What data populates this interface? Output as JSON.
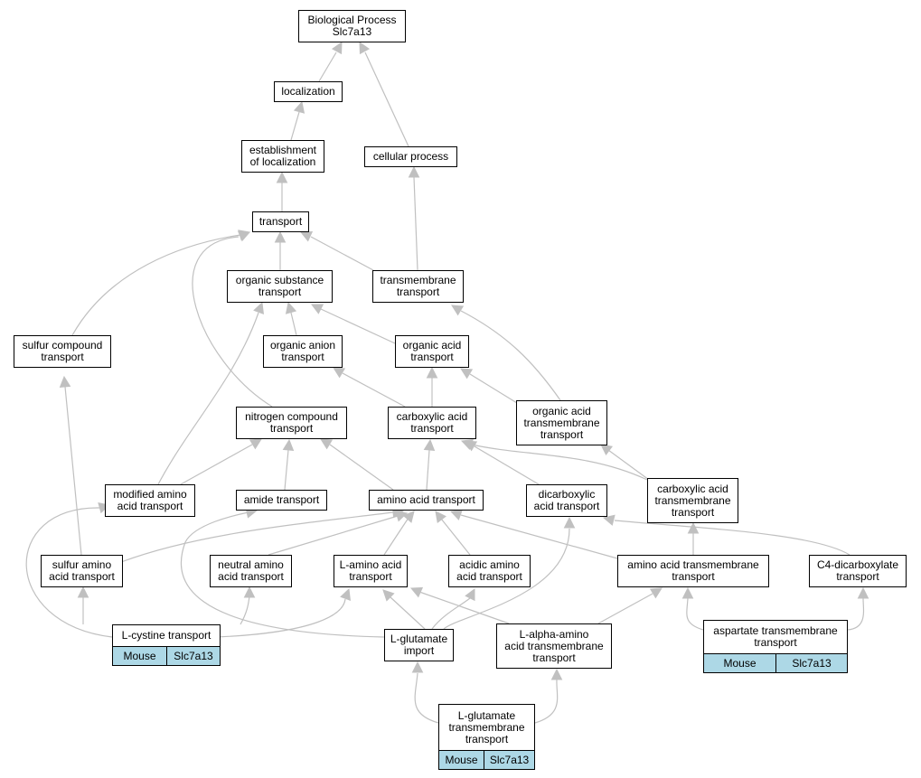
{
  "nodes": {
    "bp": "Biological Process\nSlc7a13",
    "localization": "localization",
    "establishment": "establishment\nof localization",
    "cellular_process": "cellular process",
    "transport": "transport",
    "organic_substance_transport": "organic substance\ntransport",
    "transmembrane_transport": "transmembrane\ntransport",
    "sulfur_compound_transport": "sulfur compound\ntransport",
    "organic_anion_transport": "organic anion\ntransport",
    "organic_acid_transport": "organic acid\ntransport",
    "nitrogen_compound_transport": "nitrogen compound\ntransport",
    "carboxylic_acid_transport": "carboxylic acid\ntransport",
    "organic_acid_tm_transport": "organic acid\ntransmembrane\ntransport",
    "modified_amino_acid_transport": "modified amino\nacid transport",
    "amide_transport": "amide transport",
    "amino_acid_transport": "amino acid transport",
    "dicarboxylic_acid_transport": "dicarboxylic\nacid transport",
    "carboxylic_acid_tm_transport": "carboxylic acid\ntransmembrane\ntransport",
    "sulfur_amino_acid_transport": "sulfur amino\nacid transport",
    "neutral_amino_acid_transport": "neutral amino\nacid transport",
    "l_amino_acid_transport": "L-amino acid\ntransport",
    "acidic_amino_acid_transport": "acidic amino\nacid transport",
    "amino_acid_tm_transport": "amino acid transmembrane\ntransport",
    "c4_dicarboxylate_transport": "C4-dicarboxylate\ntransport",
    "l_cystine_transport": "L-cystine transport",
    "l_glutamate_import": "L-glutamate\nimport",
    "l_alpha_amino_acid_tm_transport": "L-alpha-amino\nacid transmembrane\ntransport",
    "aspartate_tm_transport": "aspartate transmembrane\ntransport",
    "l_glutamate_tm_transport": "L-glutamate\ntransmembrane\ntransport"
  },
  "annotations": {
    "l_cystine_transport": {
      "species": "Mouse",
      "gene": "Slc7a13"
    },
    "aspartate_tm_transport": {
      "species": "Mouse",
      "gene": "Slc7a13"
    },
    "l_glutamate_tm_transport": {
      "species": "Mouse",
      "gene": "Slc7a13"
    }
  },
  "colors": {
    "edge": "#c0c0c0",
    "annotation_fill": "#add8e6",
    "border": "#000000"
  }
}
